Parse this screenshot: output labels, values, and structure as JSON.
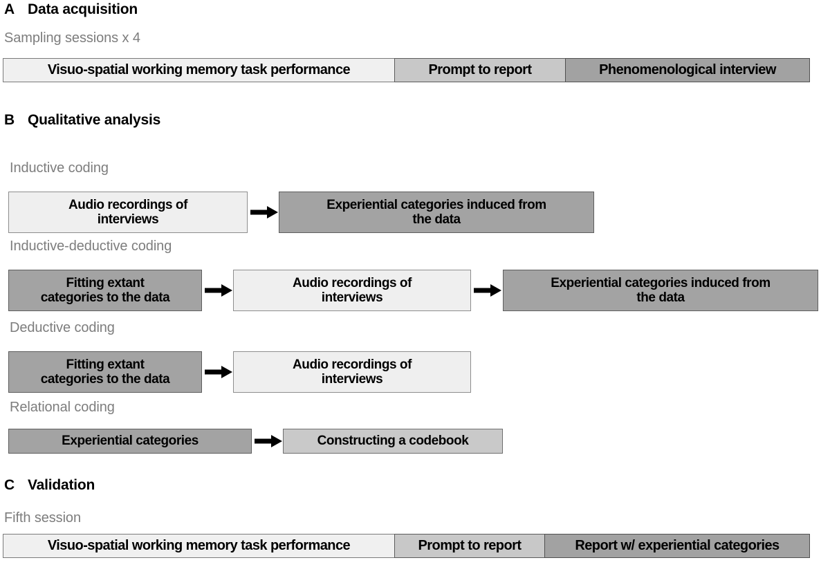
{
  "figure": {
    "sections": [
      {
        "letter": "A",
        "title": "Data acquisition",
        "subhead": "Sampling sessions x 4",
        "bar": {
          "segments": [
            {
              "label": "Visuo-spatial working memory task performance",
              "shade": "light"
            },
            {
              "label": "Prompt to report",
              "shade": "medium"
            },
            {
              "label": "Phenomenological interview",
              "shade": "dark"
            }
          ]
        }
      },
      {
        "letter": "B",
        "title": "Qualitative analysis",
        "rows": [
          {
            "subhead": "Inductive coding",
            "boxes": [
              {
                "label": "Audio recordings of\ninterviews",
                "shade": "light"
              },
              {
                "label": "Experiential categories induced from\nthe data",
                "shade": "dark"
              }
            ]
          },
          {
            "subhead": "Inductive-deductive coding",
            "boxes": [
              {
                "label": "Fitting extant\ncategories to the data",
                "shade": "dark"
              },
              {
                "label": "Audio recordings of\ninterviews",
                "shade": "light"
              },
              {
                "label": "Experiential categories induced from\nthe data",
                "shade": "dark"
              }
            ]
          },
          {
            "subhead": "Deductive coding",
            "boxes": [
              {
                "label": "Fitting extant\ncategories to the data",
                "shade": "dark"
              },
              {
                "label": "Audio recordings of\ninterviews",
                "shade": "light"
              }
            ]
          },
          {
            "subhead": "Relational coding",
            "boxes": [
              {
                "label": "Experiential categories",
                "shade": "dark"
              },
              {
                "label": "Constructing a codebook",
                "shade": "medium"
              }
            ]
          }
        ]
      },
      {
        "letter": "C",
        "title": "Validation",
        "subhead": "Fifth session",
        "bar": {
          "segments": [
            {
              "label": "Visuo-spatial working memory task performance",
              "shade": "light"
            },
            {
              "label": "Prompt to report",
              "shade": "medium"
            },
            {
              "label": "Report w/ experiential categories",
              "shade": "dark"
            }
          ]
        }
      }
    ],
    "colors": {
      "light": "#f0f0f0",
      "medium": "#c8c8c8",
      "dark": "#a2a2a2",
      "subhead_text": "#7d7d7d",
      "body_text": "#000000",
      "background": "#ffffff"
    }
  }
}
